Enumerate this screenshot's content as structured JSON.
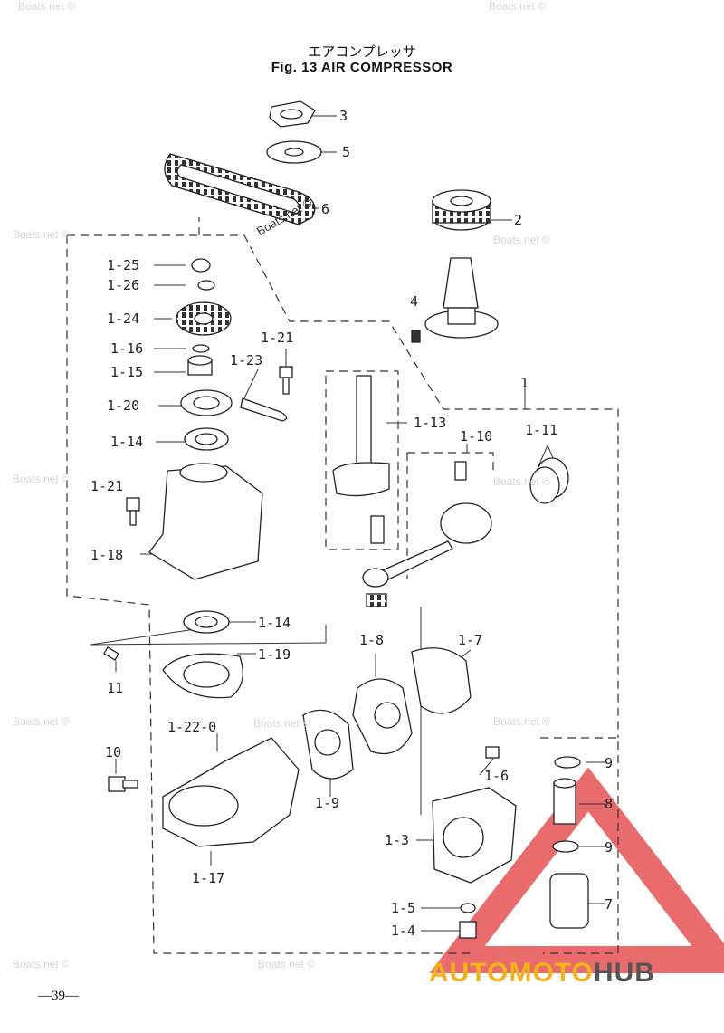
{
  "title": {
    "japanese": "エアコンプレッサ",
    "english": "Fig. 13   AIR COMPRESSOR"
  },
  "page_number": "—39—",
  "watermark": "Boats.net ©",
  "brand": {
    "part1": "AUTOMOTO",
    "part2": "HUB"
  },
  "colors": {
    "line": "#222222",
    "watermark": "#d6d6d6",
    "brand_accent": "#f2b21a",
    "brand_dark": "#555555",
    "triangle": "#e23a3a"
  },
  "part_labels": [
    "3",
    "5",
    "6",
    "2",
    "4",
    "1",
    "1-25",
    "1-26",
    "1-24",
    "1-16",
    "1-15",
    "1-20",
    "1-14",
    "1-23",
    "1-21",
    "1-13",
    "1-10",
    "1-11",
    "1-21",
    "1-18",
    "1-14",
    "1-19",
    "11",
    "1-8",
    "1-7",
    "1-22-0",
    "10",
    "1-9",
    "1-6",
    "1-3",
    "1-17",
    "9",
    "8",
    "9",
    "7",
    "1-5",
    "1-4"
  ]
}
